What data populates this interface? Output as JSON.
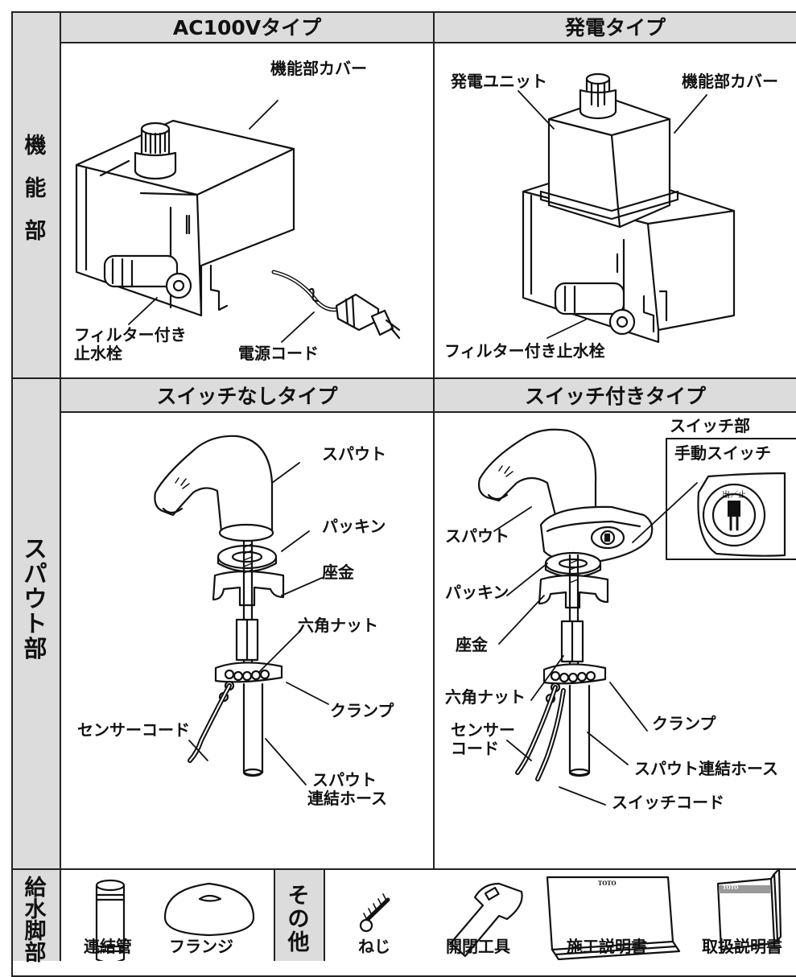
{
  "sections": {
    "kinoubu": {
      "side_label": [
        "機",
        "能",
        "部"
      ],
      "left": {
        "header": "AC100Vタイプ",
        "labels": {
          "cover": "機能部カバー",
          "filter_line1": "フィルター付き",
          "filter_line2": "止水栓",
          "cord": "電源コード"
        }
      },
      "right": {
        "header": "発電タイプ",
        "labels": {
          "unit": "発電ユニット",
          "cover": "機能部カバー",
          "filter": "フィルター付き止水栓"
        }
      }
    },
    "spout": {
      "side_label": [
        "ス",
        "パ",
        "ウ",
        "ト",
        "部"
      ],
      "left": {
        "header": "スイッチなしタイプ",
        "labels": {
          "spout": "スパウト",
          "packing": "パッキン",
          "washer": "座金",
          "nut": "六角ナット",
          "clamp": "クランプ",
          "sensor_cord": "センサーコード",
          "hose_line1": "スパウト",
          "hose_line2": "連結ホース"
        }
      },
      "right": {
        "header": "スイッチ付きタイプ",
        "labels": {
          "switch_part": "スイッチ部",
          "manual_switch": "手動スイッチ",
          "switch_face": "出／止",
          "spout": "スパウト",
          "packing": "パッキン",
          "washer": "座金",
          "nut": "六角ナット",
          "clamp": "クランプ",
          "sensor_line1": "センサー",
          "sensor_line2": "コード",
          "hose": "スパウト連結ホース",
          "switch_cord": "スイッチコード"
        }
      }
    },
    "kyusui": {
      "side_label": [
        "給",
        "水",
        "脚",
        "部"
      ],
      "items": [
        "連結管",
        "フランジ"
      ]
    },
    "others": {
      "side_label": [
        "そ",
        "の",
        "他"
      ],
      "items": [
        "ねじ",
        "開閉工具",
        "施工説明書",
        "取扱説明書"
      ],
      "brand": "TOTO"
    }
  }
}
